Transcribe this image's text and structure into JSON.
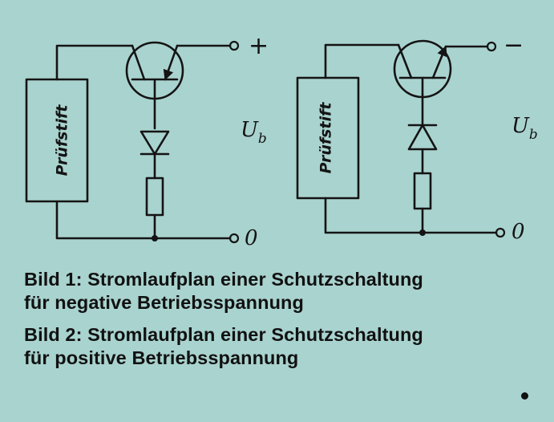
{
  "diagrams": [
    {
      "box_label": "Prüfstift",
      "supply_sign": "+",
      "voltage_symbol": "U",
      "voltage_subscript": "b",
      "ground_label": "0"
    },
    {
      "box_label": "Prüfstift",
      "supply_sign": "−",
      "voltage_symbol": "U",
      "voltage_subscript": "b",
      "ground_label": "0"
    }
  ],
  "captions": [
    {
      "line1": "Bild 1: Stromlaufplan einer Schutzschaltung",
      "line2": "für negative Betriebsspannung"
    },
    {
      "line1": "Bild 2: Stromlaufplan einer Schutzschaltung",
      "line2": "für positive Betriebsspannung"
    }
  ]
}
